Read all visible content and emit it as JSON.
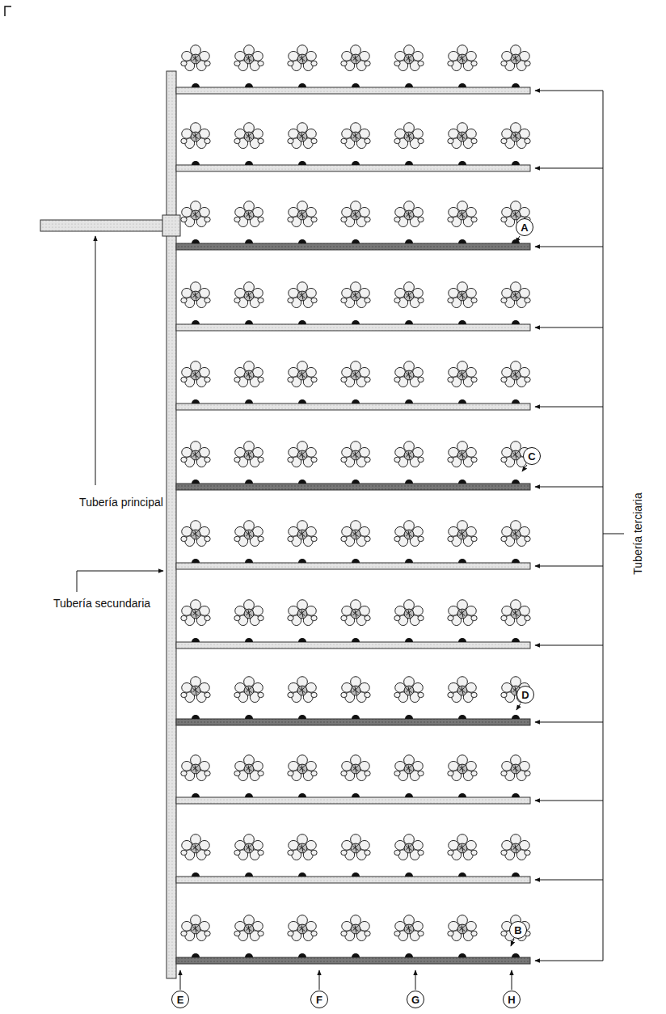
{
  "diagram": {
    "nodes": [
      {
        "text": [
          "A"
        ]
      },
      {
        "text": [
          "C"
        ]
      },
      {
        "text": [
          "D"
        ]
      },
      {
        "text": [
          "B"
        ]
      },
      {
        "text": [
          "E"
        ]
      },
      {
        "text": [
          "F"
        ]
      },
      {
        "text": [
          "G"
        ]
      },
      {
        "text": [
          "H"
        ]
      }
    ],
    "labels": [
      "Tubería principal",
      "Tubería secundaria",
      "Tubería terciaria"
    ]
  }
}
